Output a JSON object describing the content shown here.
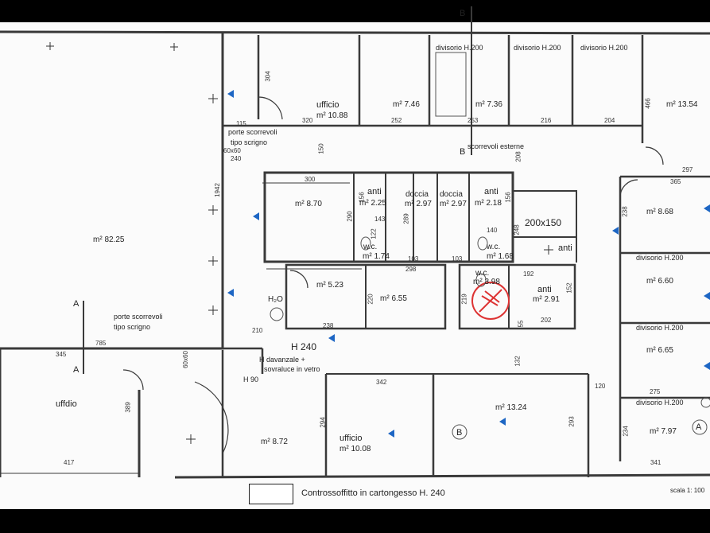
{
  "areas": {
    "main_large": "m² 82.25",
    "ufficio_top": "m² 10.88",
    "r746": "m² 7.46",
    "r736": "m² 7.36",
    "r1354": "m² 13.54",
    "r870": "m² 8.70",
    "anti_225": "m² 2.25",
    "doccia1": "m² 2.97",
    "doccia2": "m² 2.97",
    "anti_218": "m² 2.18",
    "wc_174": "m² 1.74",
    "wc_168": "m² 1.68",
    "r868": "m² 8.68",
    "r660": "m² 6.60",
    "r665": "m² 6.65",
    "r797": "m² 7.97",
    "r523": "m² 5.23",
    "r655": "m² 6.55",
    "wc_398": "m² 3.98",
    "anti_291": "m² 2.91",
    "r1324": "m² 13.24",
    "r872": "m² 8.72",
    "ufficio_bottom": "m² 10.08"
  },
  "rooms": {
    "ufficio": "ufficio",
    "anti": "anti",
    "doccia": "doccia",
    "wc": "w.c.",
    "box": "200x150",
    "h2o": "H₂O",
    "ufficio_lower": "uffdio"
  },
  "notes": {
    "divisorio_h200": "divisorio H.200",
    "porte_scorrevoli_1": "porte scorrevoli",
    "tipo_scrigno_1": "tipo scrigno",
    "porte_scorrevoli_2": "porte scorrevoli",
    "tipo_scrigno_2": "tipo scrigno",
    "scorrevoli_esterne": "scorrevoli esterne",
    "h240": "H 240",
    "h_davanzale": "H davanzale +",
    "sovraluce": "sovraluce in vetro",
    "h90": "H 90",
    "section_a": "A",
    "section_b": "B",
    "marker_b": "B",
    "marker_a": "A"
  },
  "dims": [
    "304",
    "115",
    "320",
    "252",
    "253",
    "216",
    "204",
    "466",
    "150",
    "240",
    "1942",
    "300",
    "290",
    "156",
    "143",
    "122",
    "289",
    "156",
    "140",
    "248",
    "103",
    "103",
    "208",
    "297",
    "365",
    "238",
    "298",
    "192",
    "152",
    "219",
    "55",
    "202",
    "220",
    "238",
    "210",
    "785",
    "345",
    "389",
    "417",
    "293",
    "132",
    "120",
    "275",
    "234",
    "341",
    "294",
    "342",
    "60x60",
    "60x60"
  ],
  "legend": {
    "label": "Controssoffitto in cartongesso H. 240",
    "scale": "scala 1: 100"
  }
}
